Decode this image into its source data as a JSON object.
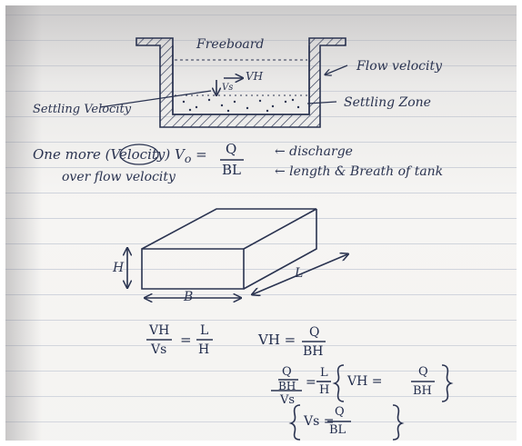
{
  "notes": {
    "diagram": {
      "freeboard": "Freeboard",
      "flow_velocity": "Flow velocity",
      "settling_velocity": "Settling Velocity",
      "settling_zone": "Settling Zone",
      "vh_label": "VH",
      "vs_label": "Vs"
    },
    "overflow": {
      "line1_prefix": "One more (Velocity) V",
      "line1_sub": "o",
      "line1_eq": "=",
      "line2": "over flow velocity",
      "numerator": "Q",
      "denominator": "BL",
      "note_discharge": "← discharge",
      "note_length": "← length & Breath of tank"
    },
    "block": {
      "h_label": "H",
      "b_label": "B",
      "l_label": "L"
    },
    "equations": {
      "ratio_num": "VH",
      "ratio_den": "Vs",
      "ratio_eq": "=",
      "ratio_rhs_num": "L",
      "ratio_rhs_den": "H",
      "vh_lhs": "VH =",
      "vh_num": "Q",
      "vh_den": "BH",
      "comp_num": "Q",
      "comp_mid": "BH",
      "comp_den": "Vs",
      "comp_eq": "=",
      "comp_rhs_num": "L",
      "comp_rhs_den": "H",
      "brace1_lhs": "VH =",
      "brace1_num": "Q",
      "brace1_den": "BH",
      "brace2_lhs": "Vs =",
      "brace2_num": "Q",
      "brace2_den": "BL"
    }
  },
  "colors": {
    "ink": "#2a3350",
    "paper": "#f6f5f3",
    "rule": "#cfd3dc"
  }
}
